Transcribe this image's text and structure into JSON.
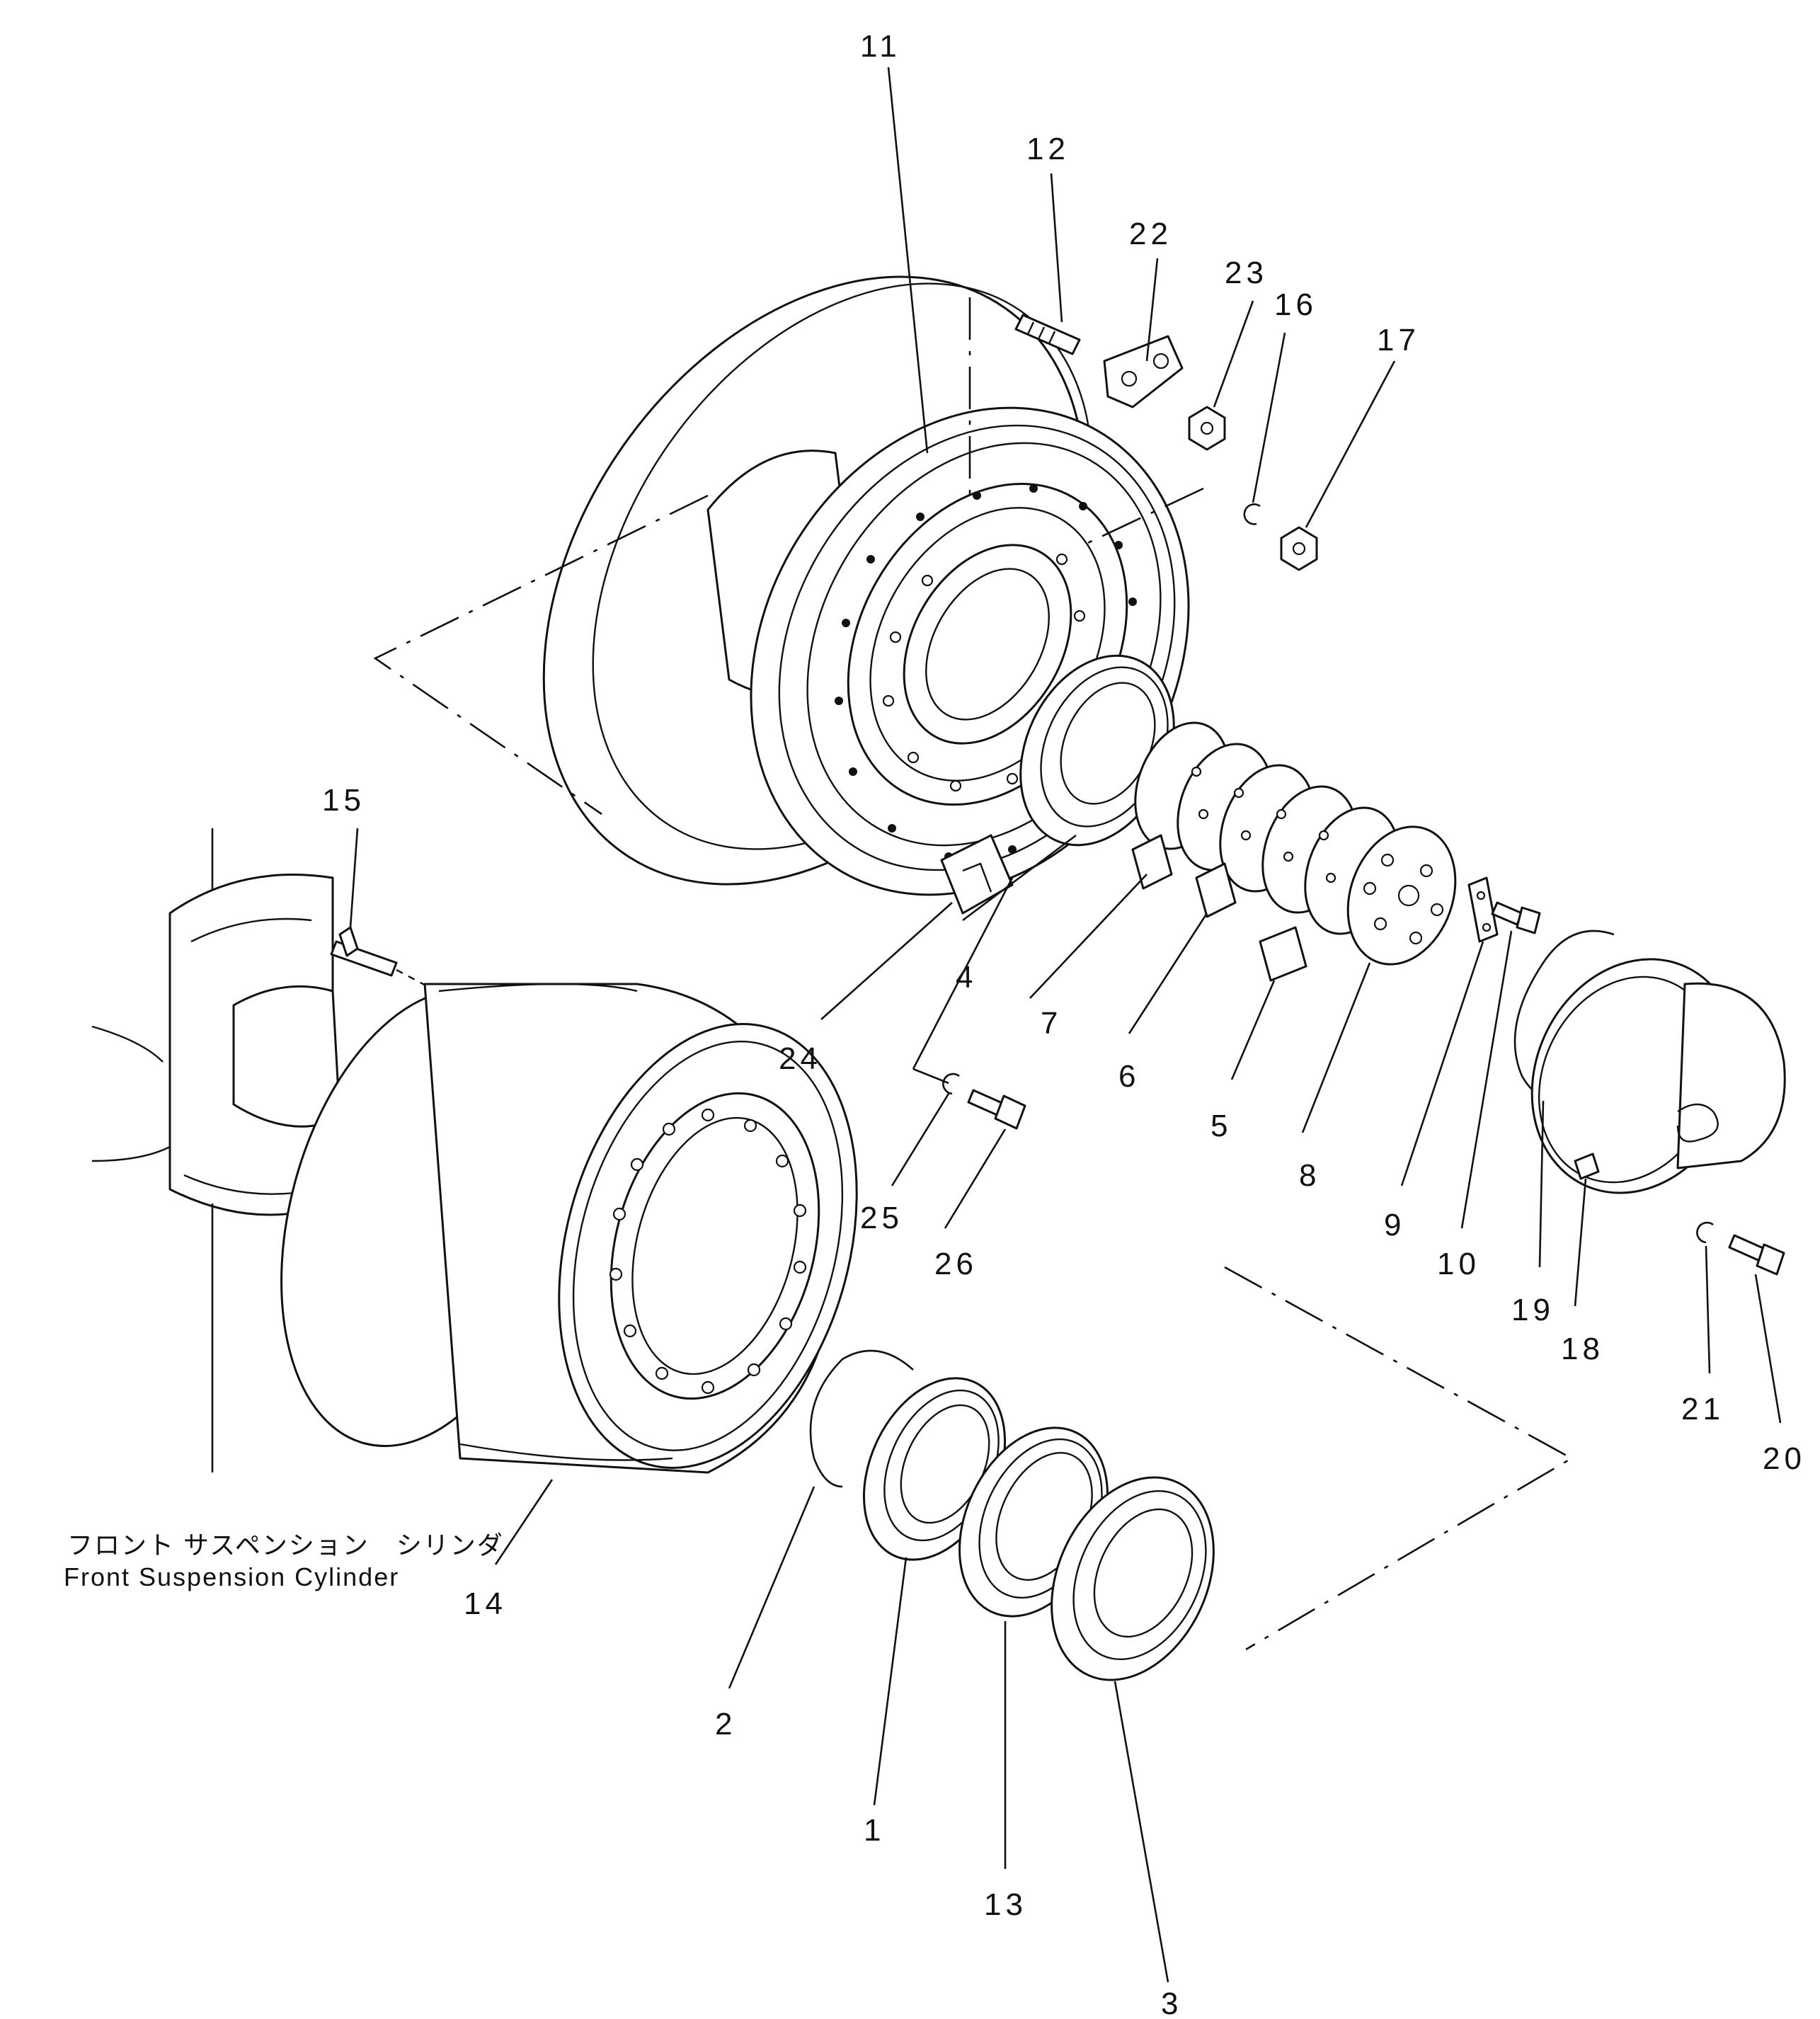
{
  "diagram": {
    "caption_jp": "フロント サスペンション　シリンダ",
    "caption_en": "Front Suspension Cylinder"
  },
  "callouts": [
    {
      "id": "11",
      "label": "11"
    },
    {
      "id": "12",
      "label": "12"
    },
    {
      "id": "22",
      "label": "22"
    },
    {
      "id": "23",
      "label": "23"
    },
    {
      "id": "16",
      "label": "16"
    },
    {
      "id": "17",
      "label": "17"
    },
    {
      "id": "15",
      "label": "15"
    },
    {
      "id": "4",
      "label": "4"
    },
    {
      "id": "24",
      "label": "24"
    },
    {
      "id": "7",
      "label": "7"
    },
    {
      "id": "6",
      "label": "6"
    },
    {
      "id": "5",
      "label": "5"
    },
    {
      "id": "8",
      "label": "8"
    },
    {
      "id": "9",
      "label": "9"
    },
    {
      "id": "10",
      "label": "10"
    },
    {
      "id": "19",
      "label": "19"
    },
    {
      "id": "18",
      "label": "18"
    },
    {
      "id": "21",
      "label": "21"
    },
    {
      "id": "20",
      "label": "20"
    },
    {
      "id": "25",
      "label": "25"
    },
    {
      "id": "26",
      "label": "26"
    },
    {
      "id": "14",
      "label": "14"
    },
    {
      "id": "2",
      "label": "2"
    },
    {
      "id": "1",
      "label": "1"
    },
    {
      "id": "13",
      "label": "13"
    },
    {
      "id": "3",
      "label": "3"
    }
  ]
}
